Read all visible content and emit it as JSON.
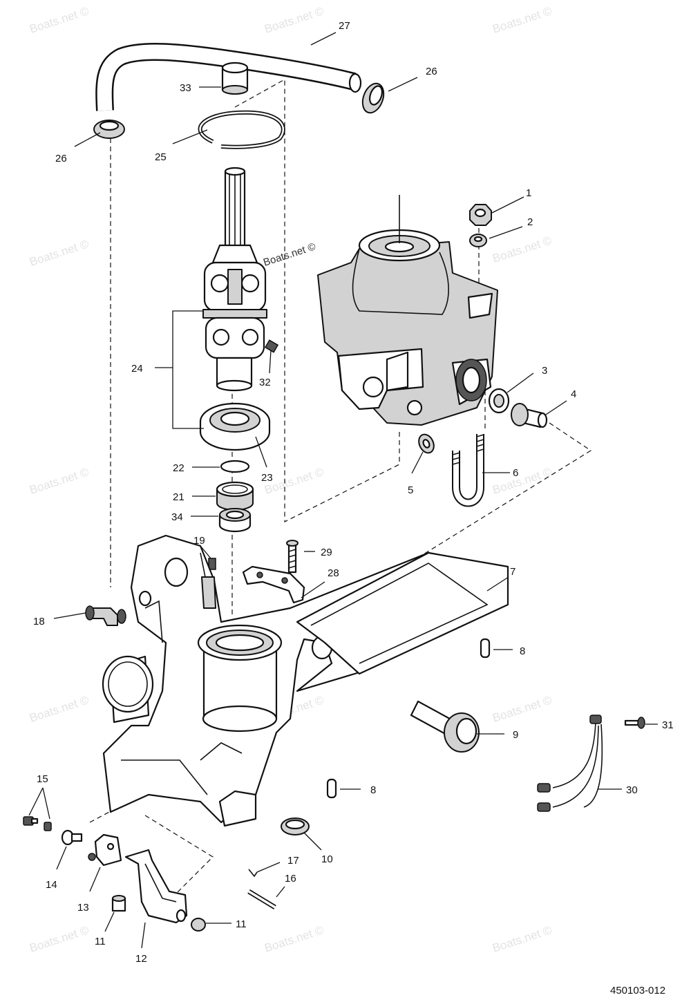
{
  "watermark": "Boats.net ©",
  "drawing_number": "450103-012",
  "callouts": {
    "p1": "1",
    "p2": "2",
    "p3": "3",
    "p4": "4",
    "p5": "5",
    "p6": "6",
    "p7": "7",
    "p8a": "8",
    "p8b": "8",
    "p9": "9",
    "p10": "10",
    "p11a": "11",
    "p11b": "11",
    "p12": "12",
    "p13": "13",
    "p14": "14",
    "p15": "15",
    "p16": "16",
    "p17": "17",
    "p18": "18",
    "p19": "19",
    "p21": "21",
    "p22": "22",
    "p23": "23",
    "p24": "24",
    "p25": "25",
    "p26a": "26",
    "p26b": "26",
    "p27": "27",
    "p28": "28",
    "p29": "29",
    "p30": "30",
    "p31": "31",
    "p32": "32",
    "p33": "33",
    "p34": "34"
  }
}
